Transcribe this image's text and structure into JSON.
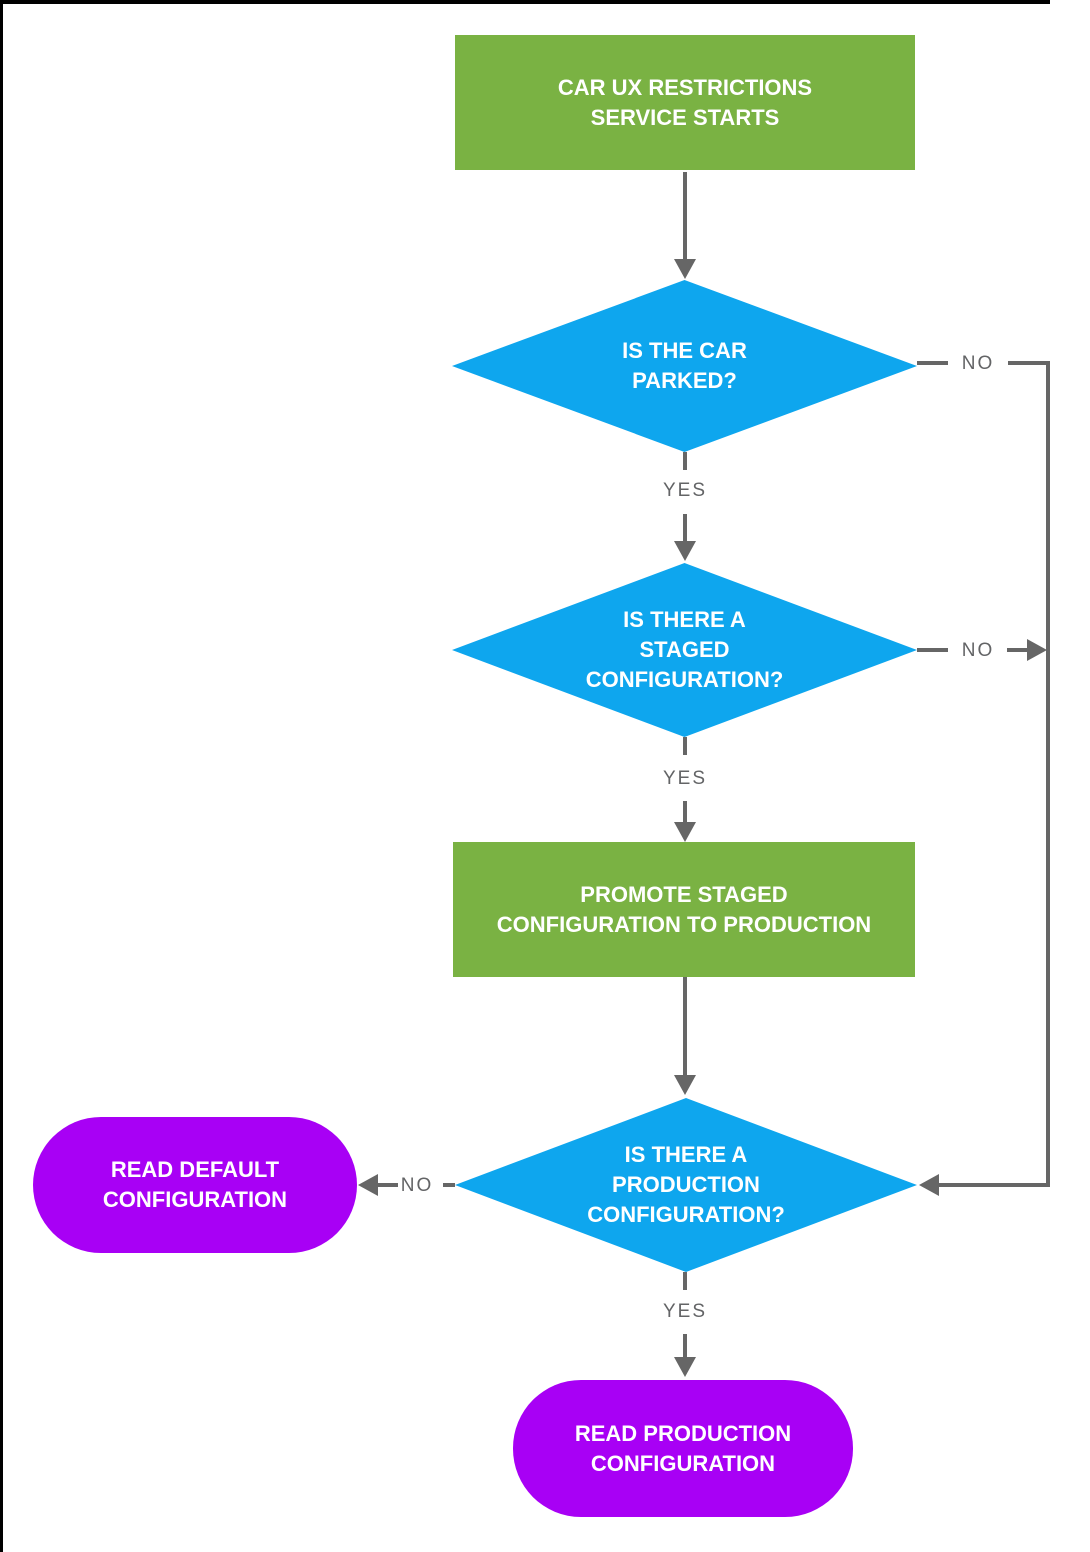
{
  "diagram_type": "flowchart",
  "colors": {
    "process_fill": "#7AB243",
    "decision_fill": "#0EA6EE",
    "terminal_fill": "#A800F5",
    "connector": "#666666",
    "edge_label_text": "#636466",
    "node_text": "#FFFFFF",
    "page_edge": "#000000"
  },
  "nodes": {
    "start": {
      "type": "process",
      "lines": [
        "CAR UX RESTRICTIONS",
        "SERVICE STARTS"
      ]
    },
    "parked": {
      "type": "decision",
      "lines": [
        "IS THE CAR",
        "PARKED?"
      ]
    },
    "staged": {
      "type": "decision",
      "lines": [
        "IS THERE A",
        "STAGED",
        "CONFIGURATION?"
      ]
    },
    "promote": {
      "type": "process",
      "lines": [
        "PROMOTE STAGED",
        "CONFIGURATION TO PRODUCTION"
      ]
    },
    "production": {
      "type": "decision",
      "lines": [
        "IS THERE A",
        "PRODUCTION",
        "CONFIGURATION?"
      ]
    },
    "read_default": {
      "type": "terminal",
      "lines": [
        "READ DEFAULT",
        "CONFIGURATION"
      ]
    },
    "read_production": {
      "type": "terminal",
      "lines": [
        "READ PRODUCTION",
        "CONFIGURATION"
      ]
    }
  },
  "edges": {
    "start_to_parked": {
      "from": "start",
      "to": "parked",
      "label": ""
    },
    "parked_no_to_production": {
      "from": "parked",
      "to": "production",
      "label": "NO"
    },
    "parked_yes_to_staged": {
      "from": "parked",
      "to": "staged",
      "label": "YES"
    },
    "staged_no_to_production": {
      "from": "staged",
      "to": "production",
      "label": "NO"
    },
    "staged_yes_to_promote": {
      "from": "staged",
      "to": "promote",
      "label": "YES"
    },
    "promote_to_production": {
      "from": "promote",
      "to": "production",
      "label": ""
    },
    "production_no_to_default": {
      "from": "production",
      "to": "read_default",
      "label": "NO"
    },
    "production_yes_to_readprod": {
      "from": "production",
      "to": "read_production",
      "label": "YES"
    }
  }
}
